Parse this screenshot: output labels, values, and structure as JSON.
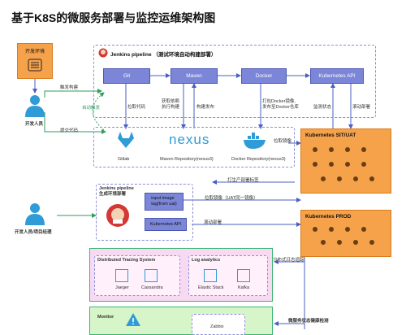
{
  "title": "基于K8S的微服务部署与监控运维架构图",
  "left": {
    "dev_env": "开发环境",
    "developer": "开发人员",
    "ops": "开发人员/项目经理",
    "trigger_build": "触发构建",
    "auto_trigger": "自动触发",
    "commit_code": "提交代码"
  },
  "pipeline": {
    "title": "Jenkins pipeline （测试环境自动构建部署）",
    "nodes": [
      "Git",
      "Maven",
      "Docker",
      "Kubernetes API"
    ],
    "edge_labels": [
      "拉取代码",
      "获取依赖\n执行构建",
      "构建发布",
      "打包Docker镜像,\n发布至Docker仓库",
      "监测状态",
      "滚动部署"
    ]
  },
  "repos": {
    "gitlab": "Gitlab",
    "nexus_logo": "nexus",
    "nexus": "Maven Repository(nexus3)",
    "docker": "Docker Repository(nexus3)",
    "pull_image": "拉取镜像",
    "prod_tag": "打生产部署标签"
  },
  "k8s": {
    "sit": "Kubernetes SIT/UAT",
    "prod": "Kubernetes PROD"
  },
  "prod_pipeline": {
    "title": "Jenkins pipeline\n生成环境部署",
    "input": "input image\ntag(from uat)",
    "k8s_api": "Kubernetes API",
    "pull_label": "拉取镜像（UAT同一镜像）",
    "rolling": "滚动部署"
  },
  "observability": {
    "tracing_title": "Distributed Tracing System",
    "jaeger": "Jaeger",
    "cassandra": "Cassandra",
    "log_title": "Log analytics",
    "elastic": "Elastic Stack",
    "kafka": "Kafka",
    "tracing_arrow": "分布式日志追踪"
  },
  "monitor": {
    "title": "Monitor",
    "zabbix": "Zabbix",
    "health": "微服务状态健康检测"
  },
  "colors": {
    "pipeline_node": "#7b86d8",
    "k8s": "#f6a24b",
    "observability_bg": "#f7d9f2",
    "monitor_bg": "#d6f5c9",
    "arrow": "#4a5fc1",
    "green_arrow": "#2e9e5b",
    "person": "#2f9bd7"
  }
}
